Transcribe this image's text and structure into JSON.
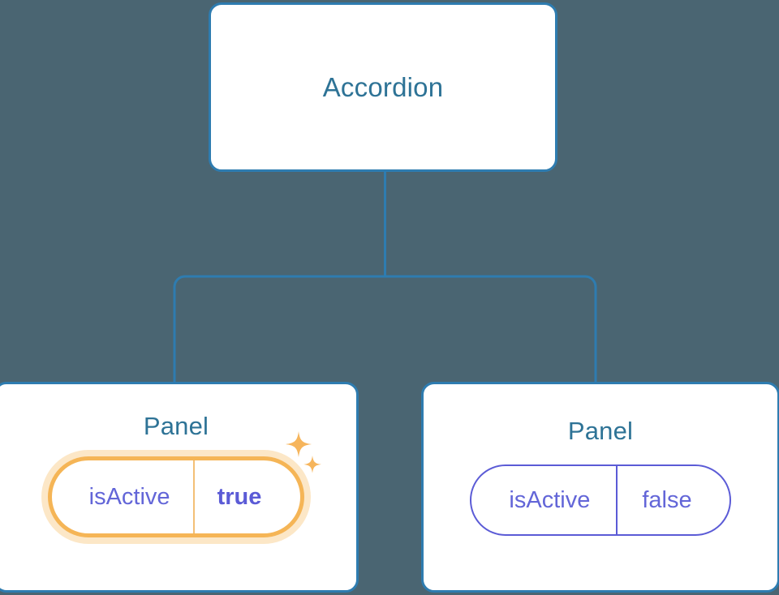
{
  "diagram": {
    "type": "component-tree",
    "background_color": "#4a6572",
    "accent_color": "#2e7cb0",
    "highlight_color": "#f5b556",
    "prop_color": "#5b5bd6",
    "root": {
      "title": "Accordion"
    },
    "children": [
      {
        "title": "Panel",
        "highlighted": true,
        "prop": {
          "key": "isActive",
          "value": "true"
        },
        "sparkle_icons": [
          "sparkle-large-icon",
          "sparkle-small-icon"
        ]
      },
      {
        "title": "Panel",
        "highlighted": false,
        "prop": {
          "key": "isActive",
          "value": "false"
        }
      }
    ]
  }
}
